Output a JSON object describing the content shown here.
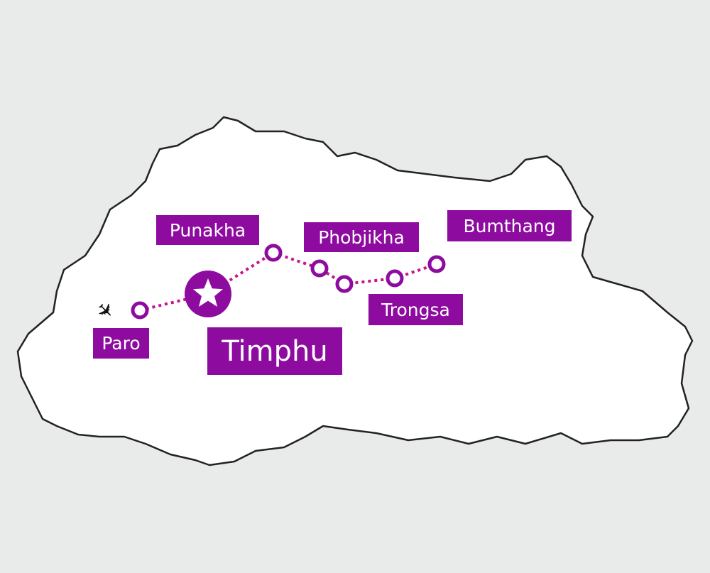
{
  "map": {
    "colors": {
      "label_bg": "#8d0c9f",
      "route": "#c2168a",
      "outline": "#222222",
      "land": "#ffffff",
      "background": "#e9eaea"
    },
    "labels": {
      "paro": "Paro",
      "timphu": "Timphu",
      "punakha": "Punakha",
      "phobjikha": "Phobjikha",
      "trongsa": "Trongsa",
      "bumthang": "Bumthang"
    },
    "icons": {
      "airport": "airplane-icon",
      "capital": "star-icon"
    }
  }
}
